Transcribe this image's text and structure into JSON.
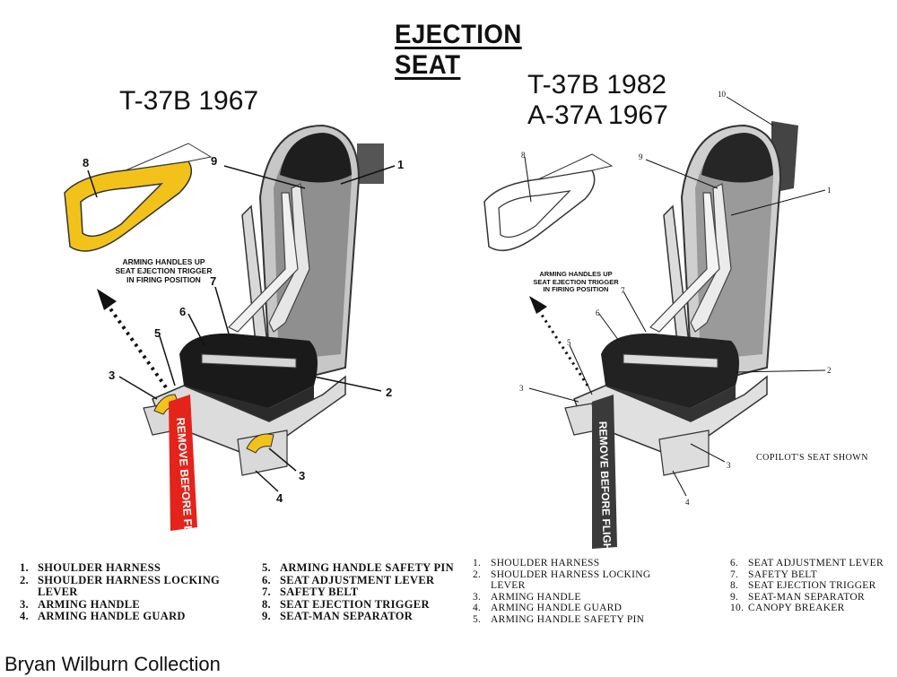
{
  "title": "EJECTION SEAT",
  "left_panel": {
    "label": "T-37B 1967",
    "annotation": [
      "ARMING HANDLES UP",
      "SEAT EJECTION TRIGGER",
      "IN FIRING POSITION"
    ],
    "tag_text": "REMOVE BEFORE FLIGHT",
    "callouts": [
      "1",
      "2",
      "3",
      "3",
      "4",
      "5",
      "6",
      "7",
      "8",
      "9"
    ],
    "highlight_color": "#f2c21b",
    "tag_color": "#e4231b"
  },
  "right_panel": {
    "label_line1": "T-37B 1982",
    "label_line2": "A-37A 1967",
    "annotation": [
      "ARMING HANDLES UP",
      "SEAT EJECTION TRIGGER",
      "IN FIRING POSITION"
    ],
    "tag_text": "REMOVE BEFORE FLIGHT",
    "callouts": [
      "1",
      "2",
      "3",
      "3",
      "4",
      "5",
      "6",
      "7",
      "8",
      "9",
      "10"
    ],
    "note": "COPILOT'S SEAT SHOWN"
  },
  "legend_left": {
    "col1": [
      {
        "num": "1.",
        "text": "SHOULDER HARNESS"
      },
      {
        "num": "2.",
        "text": "SHOULDER HARNESS LOCKING",
        "cont": "LEVER"
      },
      {
        "num": "3.",
        "text": "ARMING HANDLE"
      },
      {
        "num": "4.",
        "text": "ARMING HANDLE GUARD"
      }
    ],
    "col2": [
      {
        "num": "5.",
        "text": "ARMING HANDLE SAFETY PIN"
      },
      {
        "num": "6.",
        "text": "SEAT ADJUSTMENT LEVER"
      },
      {
        "num": "7.",
        "text": "SAFETY BELT"
      },
      {
        "num": "8.",
        "text": "SEAT EJECTION TRIGGER"
      },
      {
        "num": "9.",
        "text": "SEAT-MAN SEPARATOR"
      }
    ]
  },
  "legend_right": {
    "col1": [
      {
        "num": "1.",
        "text": "SHOULDER HARNESS"
      },
      {
        "num": "2.",
        "text": "SHOULDER HARNESS LOCKING",
        "cont": "LEVER"
      },
      {
        "num": "3.",
        "text": "ARMING HANDLE"
      },
      {
        "num": "4.",
        "text": "ARMING HANDLE GUARD"
      },
      {
        "num": "5.",
        "text": "ARMING HANDLE SAFETY PIN"
      }
    ],
    "col2": [
      {
        "num": "6.",
        "text": "SEAT ADJUSTMENT LEVER"
      },
      {
        "num": "7.",
        "text": "SAFETY BELT"
      },
      {
        "num": "8.",
        "text": "SEAT EJECTION TRIGGER"
      },
      {
        "num": "9.",
        "text": "SEAT-MAN SEPARATOR"
      },
      {
        "num": "10.",
        "text": "CANOPY BREAKER"
      }
    ]
  },
  "credit": "Bryan Wilburn Collection"
}
